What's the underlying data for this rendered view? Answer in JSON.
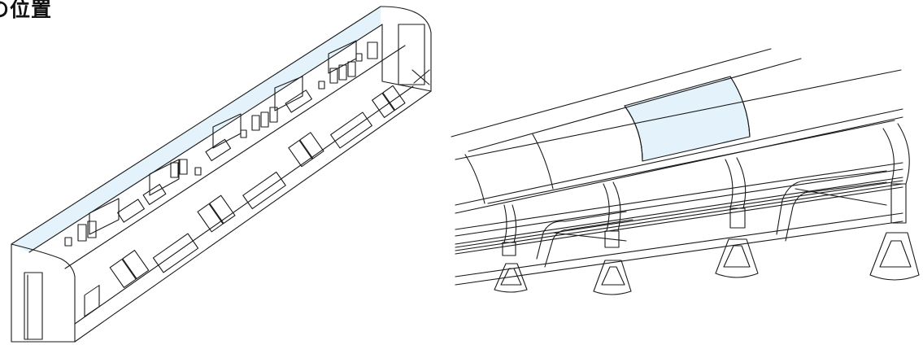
{
  "title": "の位置",
  "colors": {
    "stroke": "#1a1a1a",
    "highlight": "#e4f3fb",
    "background": "#ffffff"
  },
  "figures": [
    {
      "name": "train-car-cutaway"
    },
    {
      "name": "ceiling-handrail-detail"
    }
  ]
}
